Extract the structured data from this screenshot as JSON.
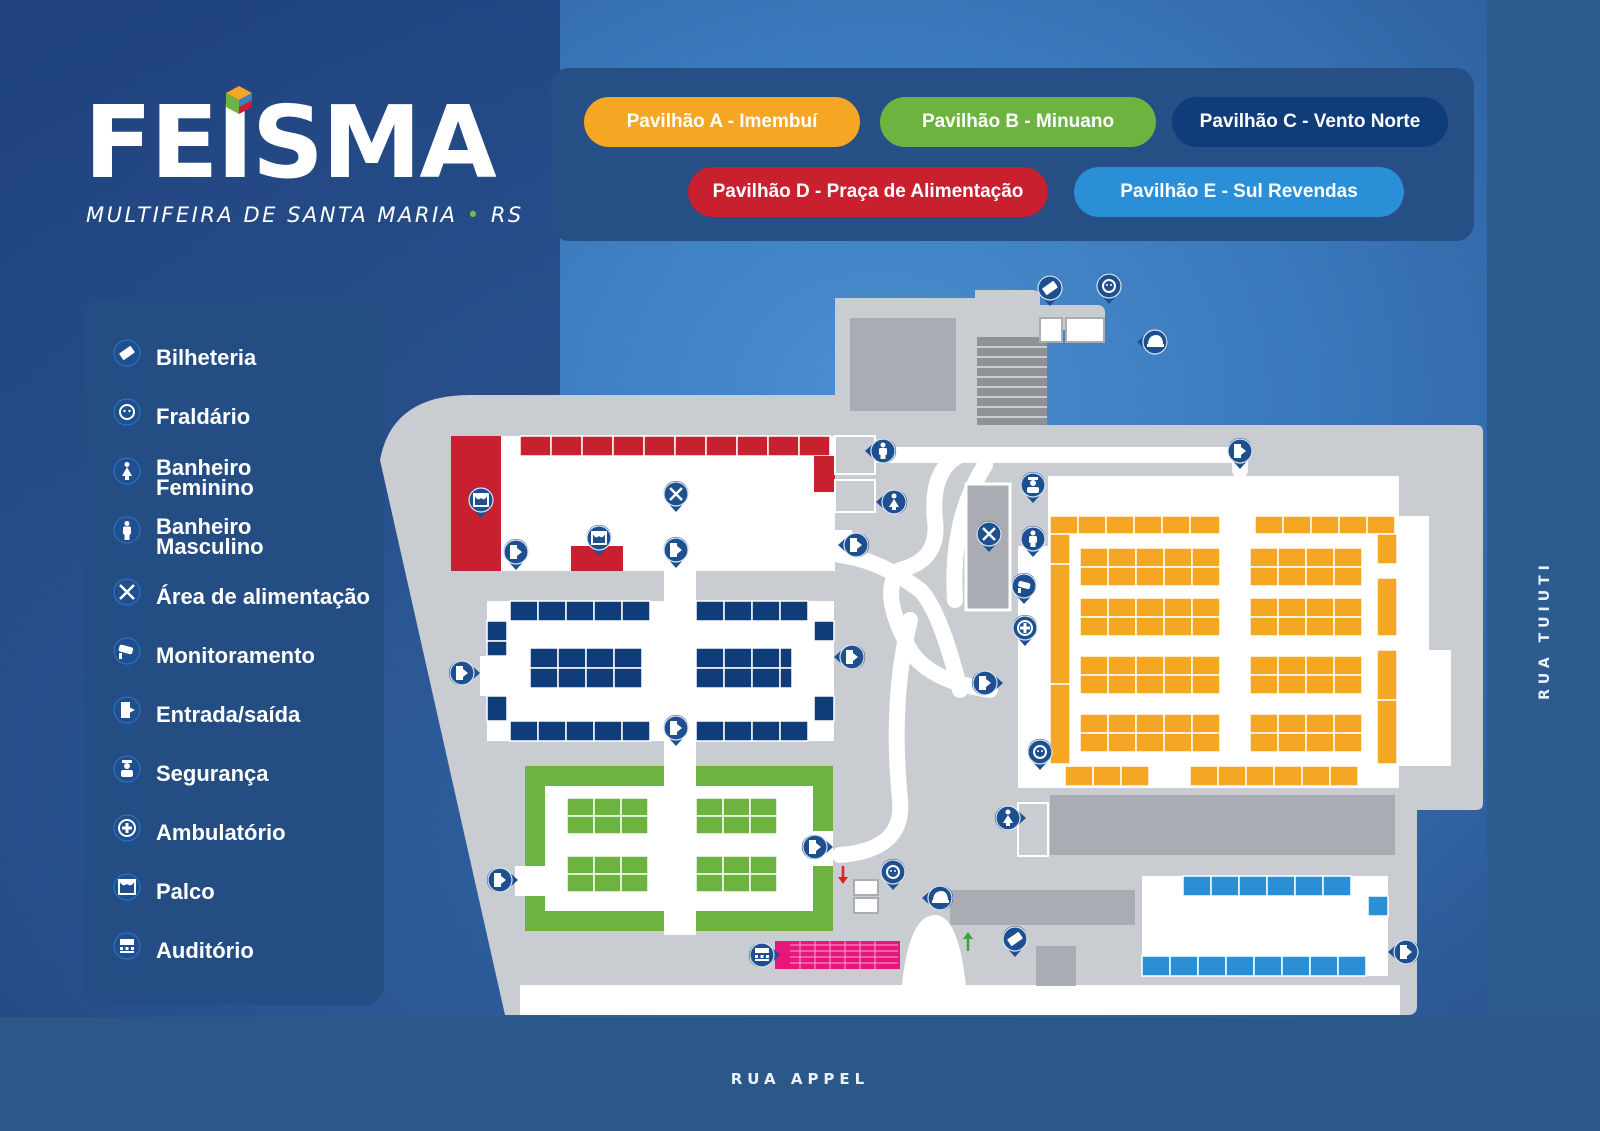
{
  "logo": {
    "title": "FEISMA",
    "subtitle_main": "MULTIFEIRA DE SANTA MARIA",
    "subtitle_sep": "•",
    "subtitle_state": "RS"
  },
  "pavilions": [
    {
      "label": "Pavilhão A - Imembuí",
      "color": "#f5a623"
    },
    {
      "label": "Pavilhão B - Minuano",
      "color": "#6db33f"
    },
    {
      "label": "Pavilhão C - Vento Norte",
      "color": "#0f3d7a"
    },
    {
      "label": "Pavilhão D - Praça de Alimentação",
      "color": "#c8202f"
    },
    {
      "label": "Pavilhão E - Sul Revendas",
      "color": "#2a8fd6"
    }
  ],
  "legend": [
    {
      "label": "Bilheteria",
      "icon": "ticket-icon"
    },
    {
      "label": "Fraldário",
      "icon": "baby-icon"
    },
    {
      "label": "Banheiro\nFeminino",
      "line1": "Banheiro",
      "line2": "Feminino",
      "icon": "woman-icon"
    },
    {
      "label": "Banheiro\nMasculino",
      "line1": "Banheiro",
      "line2": "Masculino",
      "icon": "man-icon"
    },
    {
      "label": "Área de alimentação",
      "icon": "fork-knife-icon"
    },
    {
      "label": "Monitoramento",
      "icon": "camera-icon"
    },
    {
      "label": "Entrada/saída",
      "icon": "door-icon"
    },
    {
      "label": "Segurança",
      "icon": "guard-icon"
    },
    {
      "label": "Ambulatório",
      "icon": "medical-cross-icon"
    },
    {
      "label": "Palco",
      "icon": "stage-icon"
    },
    {
      "label": "Auditório",
      "icon": "auditorium-icon"
    }
  ],
  "streets": {
    "bottom": "RUA APPEL",
    "right": "RUA TUIUTI"
  },
  "colors": {
    "pin": "#1e4f8f",
    "ground": "#c9ccd1",
    "building": "#ffffff",
    "auditorium": "#e8157d"
  }
}
